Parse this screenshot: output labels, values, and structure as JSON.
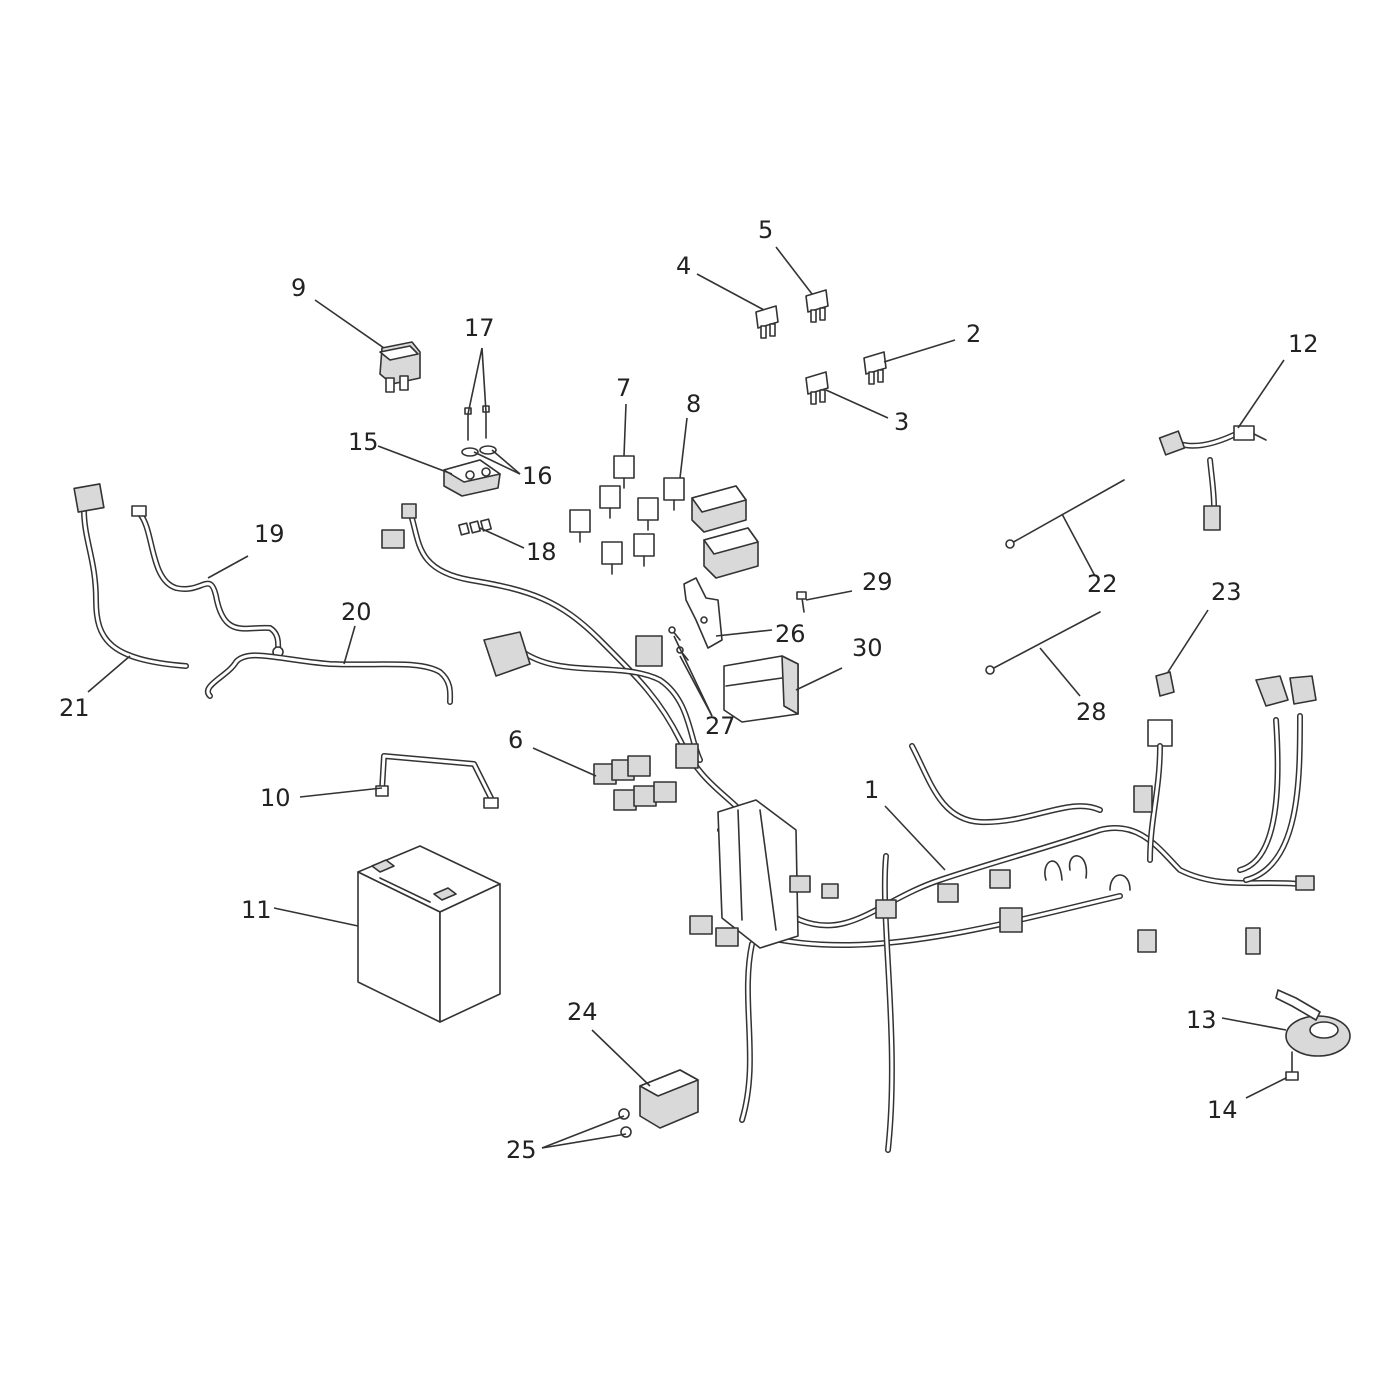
{
  "callouts": [
    {
      "id": "1",
      "text": "1"
    },
    {
      "id": "2",
      "text": "2"
    },
    {
      "id": "3",
      "text": "3"
    },
    {
      "id": "4",
      "text": "4"
    },
    {
      "id": "5",
      "text": "5"
    },
    {
      "id": "6",
      "text": "6"
    },
    {
      "id": "7",
      "text": "7"
    },
    {
      "id": "8",
      "text": "8"
    },
    {
      "id": "9",
      "text": "9"
    },
    {
      "id": "10",
      "text": "10"
    },
    {
      "id": "11",
      "text": "11"
    },
    {
      "id": "12",
      "text": "12"
    },
    {
      "id": "13",
      "text": "13"
    },
    {
      "id": "14",
      "text": "14"
    },
    {
      "id": "15",
      "text": "15"
    },
    {
      "id": "16",
      "text": "16"
    },
    {
      "id": "17",
      "text": "17"
    },
    {
      "id": "18",
      "text": "18"
    },
    {
      "id": "19",
      "text": "19"
    },
    {
      "id": "20",
      "text": "20"
    },
    {
      "id": "21",
      "text": "21"
    },
    {
      "id": "22",
      "text": "22"
    },
    {
      "id": "23",
      "text": "23"
    },
    {
      "id": "24",
      "text": "24"
    },
    {
      "id": "25",
      "text": "25"
    },
    {
      "id": "26",
      "text": "26"
    },
    {
      "id": "27",
      "text": "27"
    },
    {
      "id": "28",
      "text": "28"
    },
    {
      "id": "29",
      "text": "29"
    },
    {
      "id": "30",
      "text": "30"
    }
  ],
  "colors": {
    "line": "#333333",
    "background": "#ffffff",
    "fill_shade": "#d9d9d9"
  }
}
